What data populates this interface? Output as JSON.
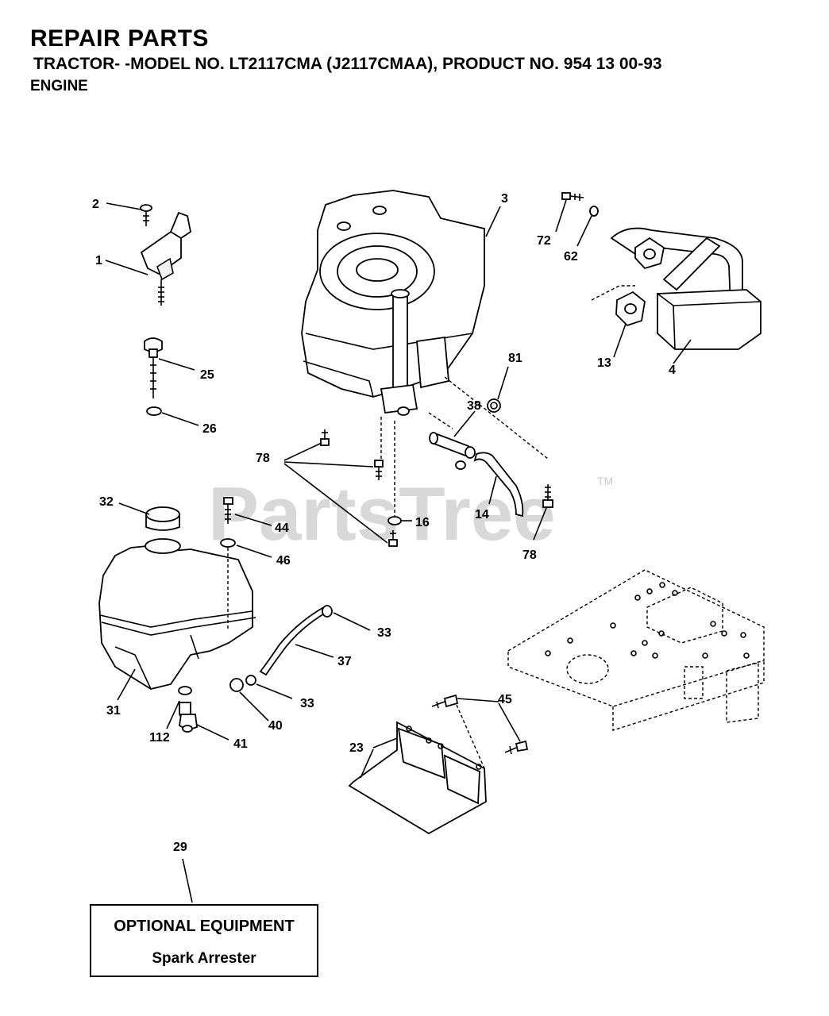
{
  "header": {
    "title": "REPAIR PARTS",
    "subtitle": "TRACTOR- -MODEL NO. LT2117CMA (J2117CMAA), PRODUCT NO. 954 13 00-93",
    "section": "ENGINE"
  },
  "watermark": {
    "text": "PartsTree",
    "trademark": "TM"
  },
  "callouts": {
    "c1": "1",
    "c2": "2",
    "c3": "3",
    "c4": "4",
    "c13": "13",
    "c14": "14",
    "c16": "16",
    "c23": "23",
    "c25": "25",
    "c26": "26",
    "c29": "29",
    "c31": "31",
    "c32": "32",
    "c33a": "33",
    "c33b": "33",
    "c37": "37",
    "c38": "38",
    "c40": "40",
    "c41": "41",
    "c44": "44",
    "c45": "45",
    "c46": "46",
    "c62": "62",
    "c72": "72",
    "c78a": "78",
    "c78b": "78",
    "c81": "81",
    "c112": "112"
  },
  "optional_box": {
    "line1": "OPTIONAL EQUIPMENT",
    "line2": "Spark Arrester"
  }
}
